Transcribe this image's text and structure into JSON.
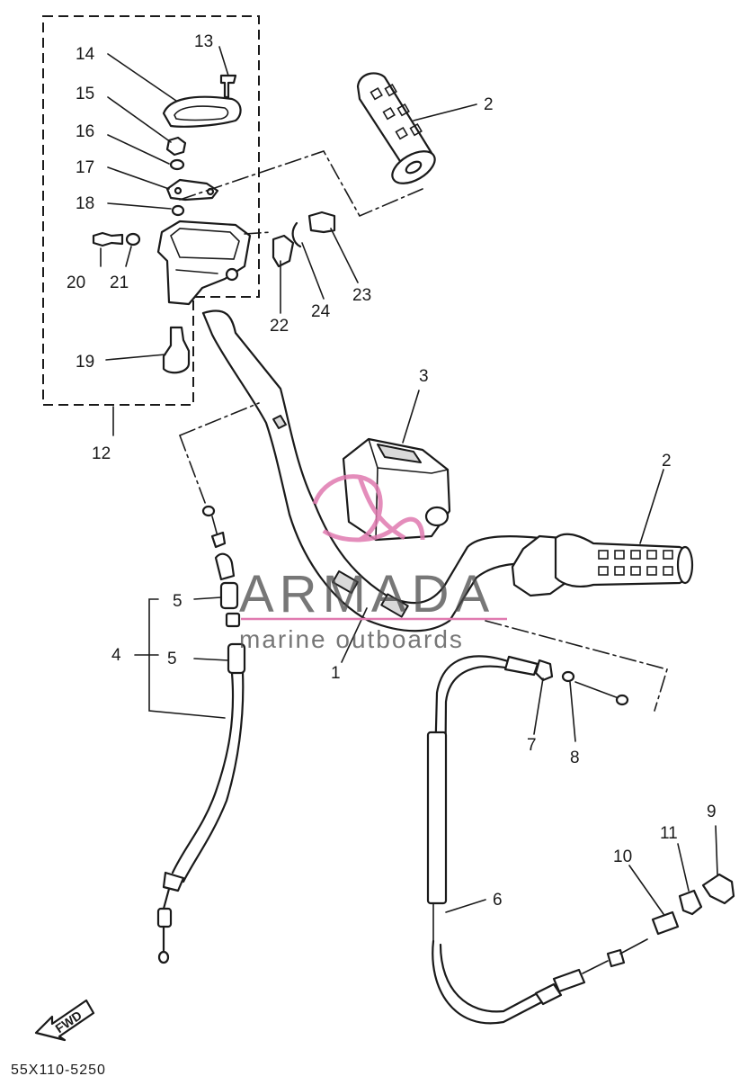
{
  "diagram": {
    "code": "55X110-5250",
    "fwd_label": "FWD",
    "labels": {
      "l1": "1",
      "l2a": "2",
      "l2b": "2",
      "l3": "3",
      "l4": "4",
      "l5a": "5",
      "l5b": "5",
      "l6": "6",
      "l7": "7",
      "l8": "8",
      "l9": "9",
      "l10": "10",
      "l11": "11",
      "l12": "12",
      "l13": "13",
      "l14": "14",
      "l15": "15",
      "l16": "16",
      "l17": "17",
      "l18": "18",
      "l19": "19",
      "l20": "20",
      "l21": "21",
      "l22": "22",
      "l23": "23",
      "l24": "24"
    }
  },
  "watermark": {
    "brand": "ARMADA",
    "tagline": "marine outboards",
    "color": "#e07ab0"
  }
}
